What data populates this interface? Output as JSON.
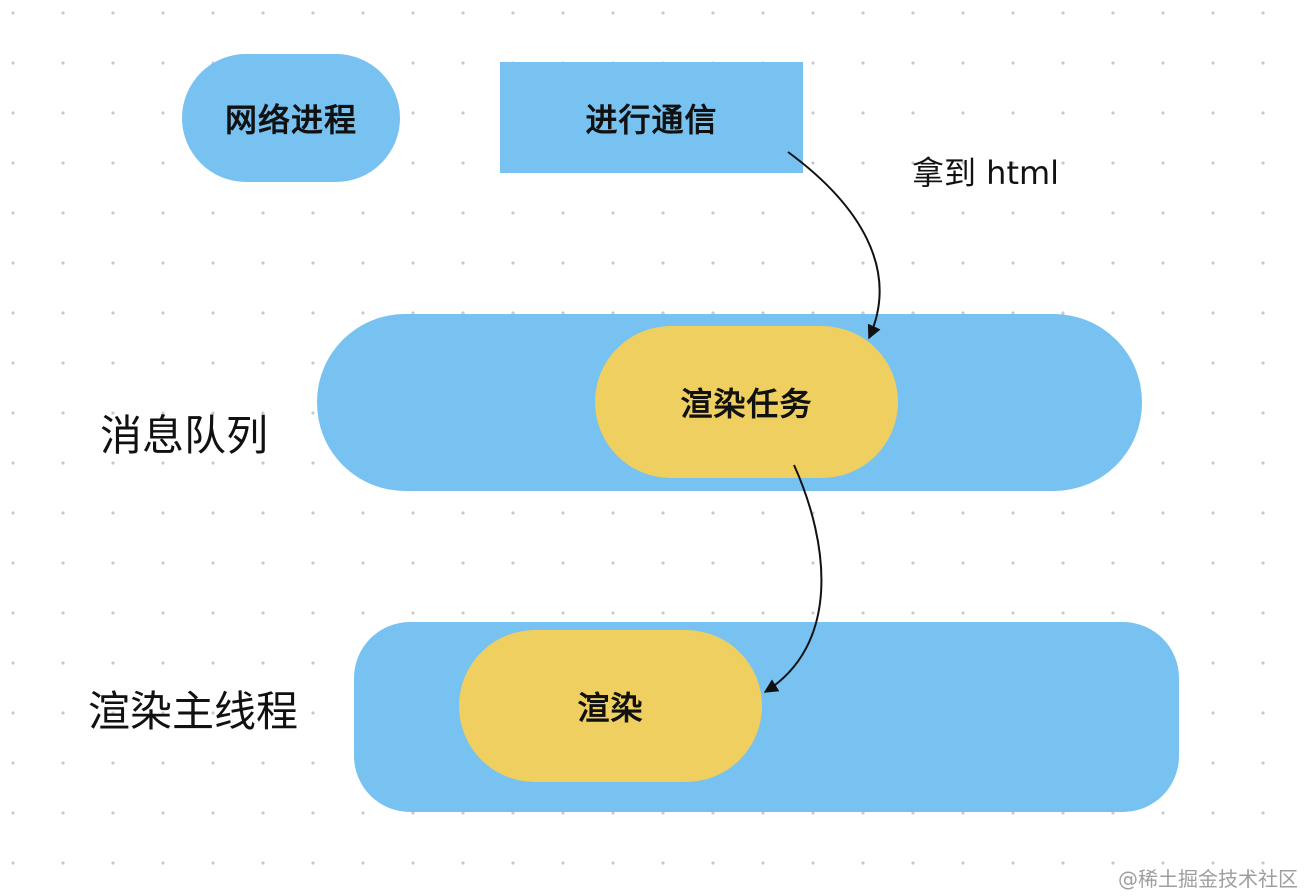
{
  "nodes": {
    "network_process": "网络进程",
    "communication": "进行通信",
    "message_queue_label": "消息队列",
    "render_task": "渲染任务",
    "render_main_thread_label": "渲染主线程",
    "render": "渲染"
  },
  "edges": {
    "get_html": "拿到 html"
  },
  "watermark": "@稀土掘金技术社区",
  "colors": {
    "blue": "#77c2f1",
    "yellow": "#eecf5f"
  }
}
